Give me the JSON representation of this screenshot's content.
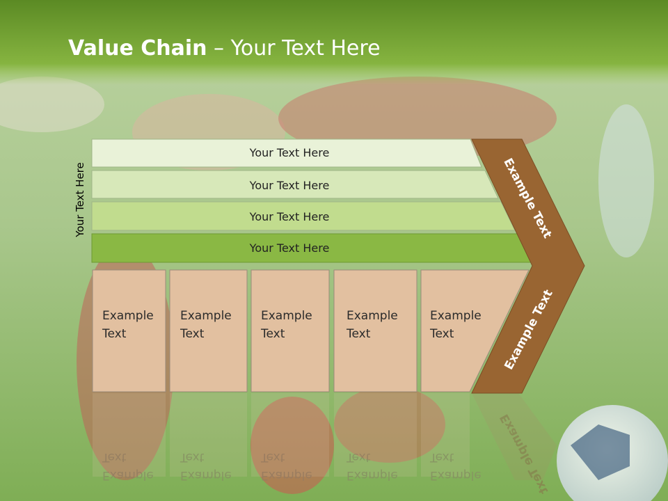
{
  "slide": {
    "title_bold": "Value Chain",
    "title_rest": " – Your Text Here"
  },
  "side_label": "Your Text Here",
  "bars": [
    {
      "label": "Your Text Here",
      "fill": "#e9f2d8"
    },
    {
      "label": "Your Text Here",
      "fill": "#d7e8b9"
    },
    {
      "label": "Your Text Here",
      "fill": "#c1dc8e"
    },
    {
      "label": "Your Text Here",
      "fill": "#8ab844"
    }
  ],
  "boxes": [
    {
      "line1": "Example",
      "line2": "Text"
    },
    {
      "line1": "Example",
      "line2": "Text"
    },
    {
      "line1": "Example",
      "line2": "Text"
    },
    {
      "line1": "Example",
      "line2": "Text"
    },
    {
      "line1": "Example",
      "line2": "Text"
    }
  ],
  "chevron": {
    "upper_label": "Example Text",
    "lower_label": "Example Text",
    "fill": "#996532"
  },
  "colors": {
    "header_band": "#6a9a2c",
    "box_fill": "#e2c0a0",
    "box_stroke": "#9a8a7a"
  }
}
